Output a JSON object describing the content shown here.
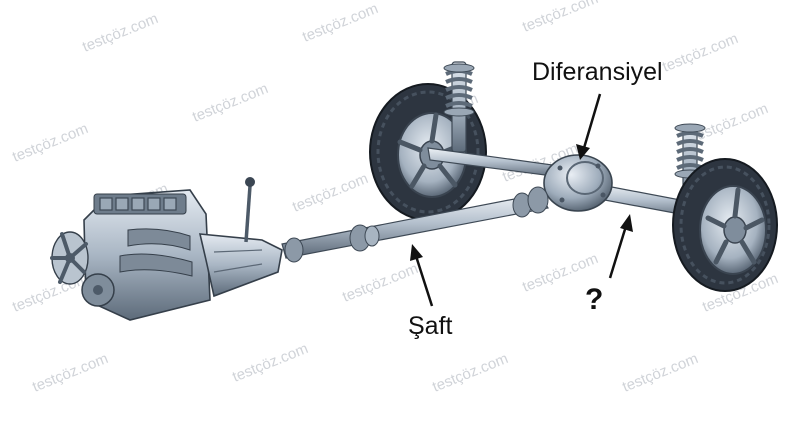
{
  "labels": {
    "differential": "Diferansiyel",
    "shaft": "Şaft",
    "unknown": "?"
  },
  "watermark": "testçöz.com",
  "colors": {
    "metal_light": "#c9d3de",
    "metal_mid": "#93a2b3",
    "metal_dark": "#4d5a68",
    "tire": "#2d3540",
    "spring": "#7d8997",
    "text": "#111111",
    "watermark": "#c8ccd2"
  }
}
